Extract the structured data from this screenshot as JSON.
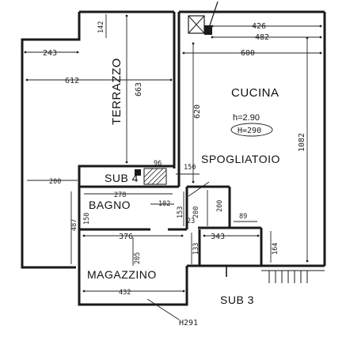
{
  "rooms": {
    "terrazzo": "TERRAZZO",
    "cucina": "CUCINA",
    "spogliatoio": "SPOGLIATOIO",
    "sub4": "SUB 4",
    "bagno": "BAGNO",
    "magazzino": "MAGAZZINO",
    "sub3": "SUB 3"
  },
  "heights": {
    "cucina_typed": "h=2.90",
    "cucina_handwritten": "H=290",
    "magazzino": "H291"
  },
  "dimensions": {
    "d_142": "142",
    "d_243": "243",
    "d_612": "612",
    "d_663": "663",
    "d_200_left": "200",
    "d_487": "487",
    "d_426": "426",
    "d_482": "482",
    "d_600": "600",
    "d_620": "620",
    "d_1082": "1082",
    "d_96": "96",
    "d_150": "150",
    "d_278": "278",
    "d_150_bagno": "150",
    "d_102": "102",
    "d_153": "153",
    "d_200_mid": "200",
    "d_200_spog": "200",
    "d_23": "23",
    "d_89": "89",
    "d_376": "376",
    "d_343": "343",
    "d_133": "133",
    "d_164": "164",
    "d_205": "205",
    "d_432": "432"
  }
}
